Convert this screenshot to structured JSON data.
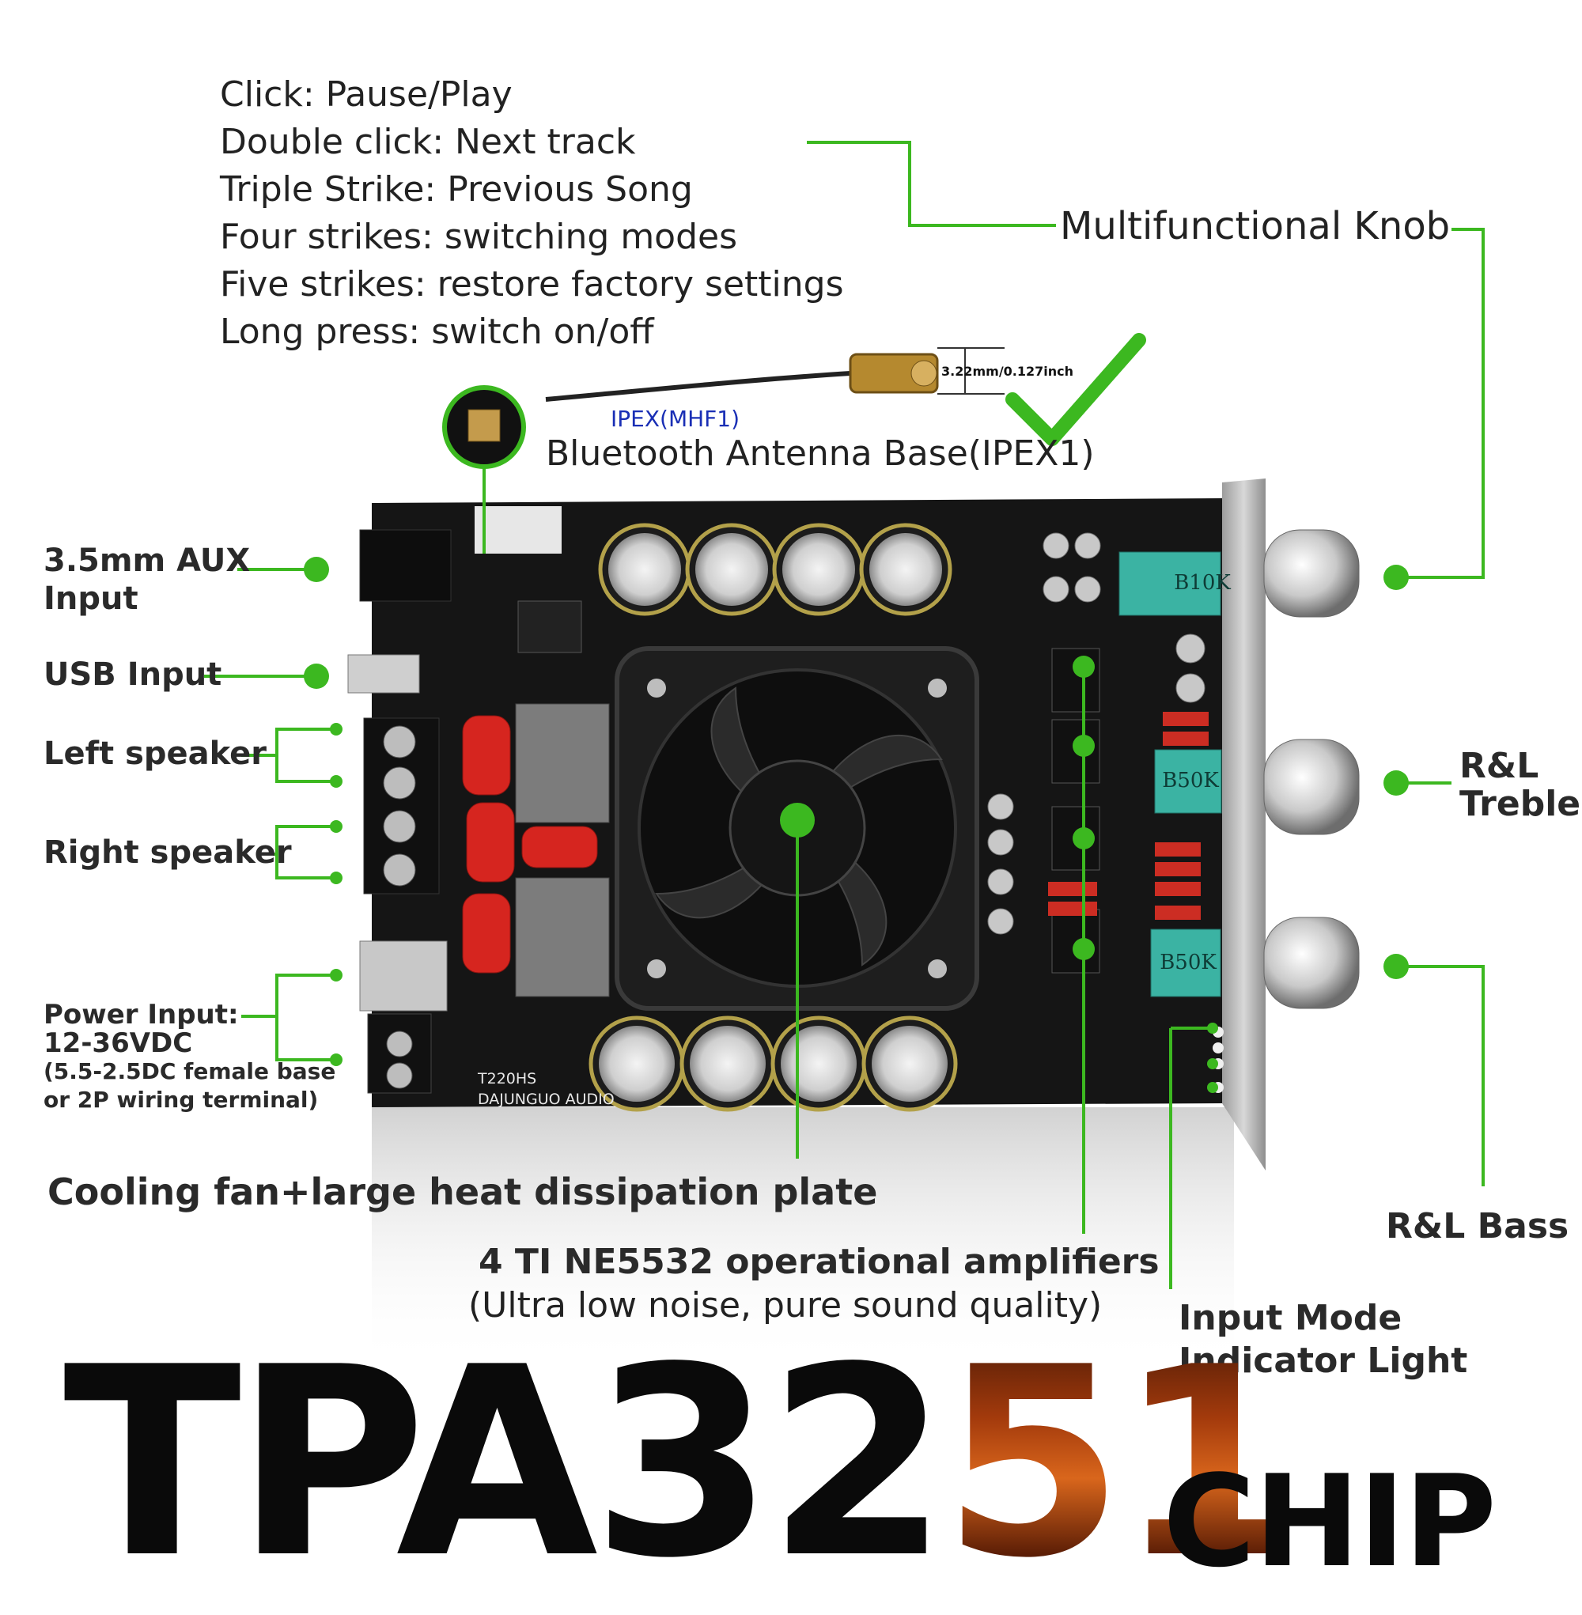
{
  "knob_instructions": [
    "Click: Pause/Play",
    "Double click: Next track",
    "Triple Strike: Previous Song",
    "Four strikes: switching modes",
    "Five strikes: restore factory settings",
    "Long press: switch on/off"
  ],
  "antenna": {
    "dimension": "3.22mm/0.127inch",
    "connector_type": "IPEX(MHF1)",
    "label": "Bluetooth Antenna Base(IPEX1)"
  },
  "callouts": {
    "multifunctional_knob": "Multifunctional Knob",
    "aux_input_line1": "3.5mm AUX",
    "aux_input_line2": "Input",
    "usb_input": "USB Input",
    "left_speaker": "Left speaker",
    "right_speaker": "Right speaker",
    "power_input_line1": "Power Input:",
    "power_input_line2": "12-36VDC",
    "power_input_line3": "(5.5-2.5DC female base",
    "power_input_line4": "or 2P wiring terminal)",
    "treble_line1": "R&L",
    "treble_line2": "Treble",
    "bass": "R&L Bass",
    "cooling": "Cooling fan+large heat dissipation plate",
    "opamps_line1": "4 TI NE5532 operational amplifiers",
    "opamps_line2": "(Ultra low noise, pure sound quality)",
    "indicator_line1": "Input Mode",
    "indicator_line2": "Indicator Light"
  },
  "board_silkscreen": {
    "model": "T220HS",
    "brand": "DAJUNGUO AUDIO",
    "pot_top": "B10K",
    "pot_mid": "B50K",
    "pot_bottom": "B50K"
  },
  "title": {
    "part1": "TPA32",
    "part2": "51",
    "suffix": "CHIP"
  },
  "colors": {
    "callout_green": "#3cb820",
    "pcb_black": "#151515",
    "pot_teal": "#3bb3a3",
    "connector_blue": "#1a2fb5"
  }
}
